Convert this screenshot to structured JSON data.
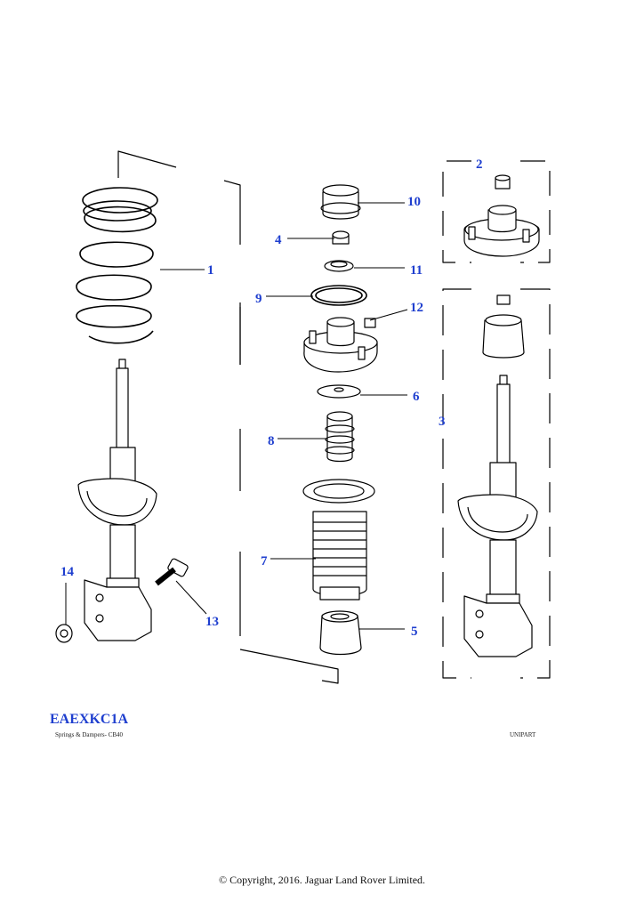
{
  "callouts": {
    "c1": "1",
    "c2": "2",
    "c3": "3",
    "c4": "4",
    "c5": "5",
    "c6": "6",
    "c7": "7",
    "c8": "8",
    "c9": "9",
    "c10": "10",
    "c11": "11",
    "c12": "12",
    "c13": "13",
    "c14": "14"
  },
  "footer": {
    "diagram_code": "EAEXKC1A",
    "caption_left": "Springs & Dampers- CB40",
    "caption_right": "UNIPART",
    "copyright": "© Copyright, 2016. Jaguar Land Rover Limited."
  },
  "colors": {
    "callout": "#1f3fcf",
    "line": "#000000",
    "part_fill": "#ffffff",
    "shade": "#d8d8d8"
  }
}
